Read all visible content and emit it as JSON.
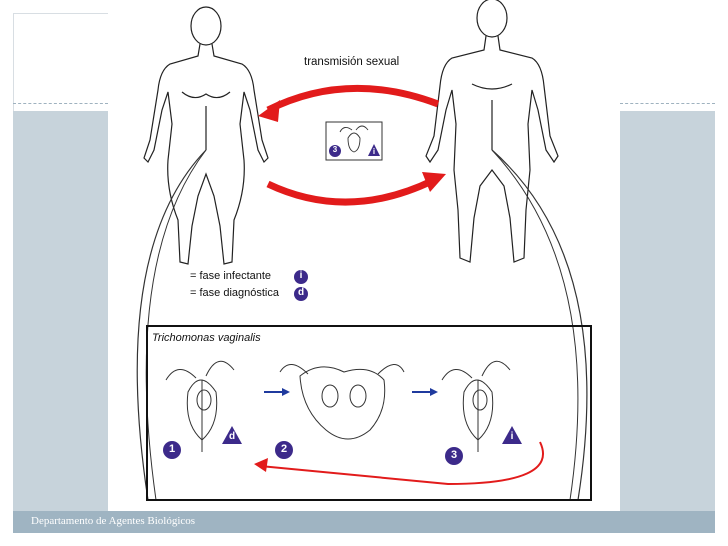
{
  "footer": {
    "text": "Departamento de Agentes Biológicos"
  },
  "diagram": {
    "transmission_label": "transmisión sexual",
    "legend": [
      {
        "symbol": "i",
        "text": "= fase infectante"
      },
      {
        "symbol": "d",
        "text": "= fase diagnóstica"
      }
    ],
    "species": "Trichomonas vaginalis",
    "stages": [
      "1",
      "2",
      "3"
    ],
    "stage_symbols": {
      "1": "d",
      "3": "i"
    },
    "center_box": {
      "stage": "3",
      "symbol": "i"
    }
  },
  "colors": {
    "arrow_red": "#e21b1b",
    "badge_purple": "#3c2a8a",
    "panel_arrow_blue": "#1f3a9e",
    "side_band": "#c7d3db",
    "footer_band": "#9fb4c2"
  }
}
